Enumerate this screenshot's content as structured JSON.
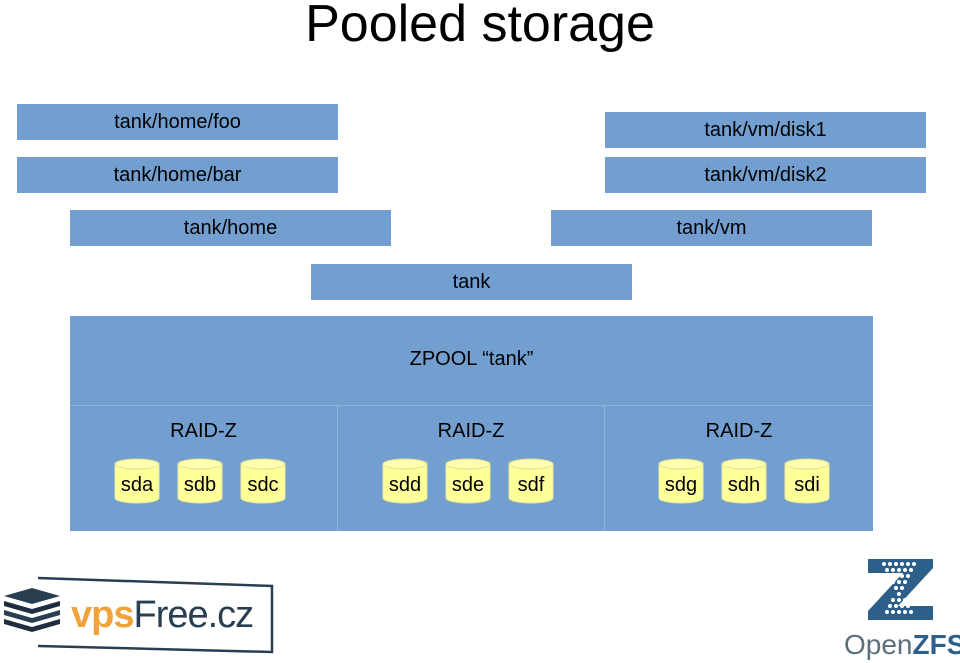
{
  "title": "Pooled storage",
  "datasets": {
    "home_foo": "tank/home/foo",
    "home_bar": "tank/home/bar",
    "vm_disk1": "tank/vm/disk1",
    "vm_disk2": "tank/vm/disk2",
    "home": "tank/home",
    "vm": "tank/vm",
    "tank": "tank"
  },
  "pool": {
    "label": "ZPOOL “tank”",
    "vdevs": [
      {
        "label": "RAID-Z",
        "disks": [
          "sda",
          "sdb",
          "sdc"
        ]
      },
      {
        "label": "RAID-Z",
        "disks": [
          "sdd",
          "sde",
          "sdf"
        ]
      },
      {
        "label": "RAID-Z",
        "disks": [
          "sdg",
          "sdh",
          "sdi"
        ]
      }
    ]
  },
  "logos": {
    "vpsfree": {
      "part1": "vps",
      "part2": "Free.cz"
    },
    "openzfs": {
      "part1": "Open",
      "part2": "ZFS"
    }
  },
  "colors": {
    "dataset_fill": "#729fcf",
    "disk_fill": "#ffff99",
    "vps_orange": "#f0a33a",
    "zfs_blue": "#2c5f8a"
  }
}
